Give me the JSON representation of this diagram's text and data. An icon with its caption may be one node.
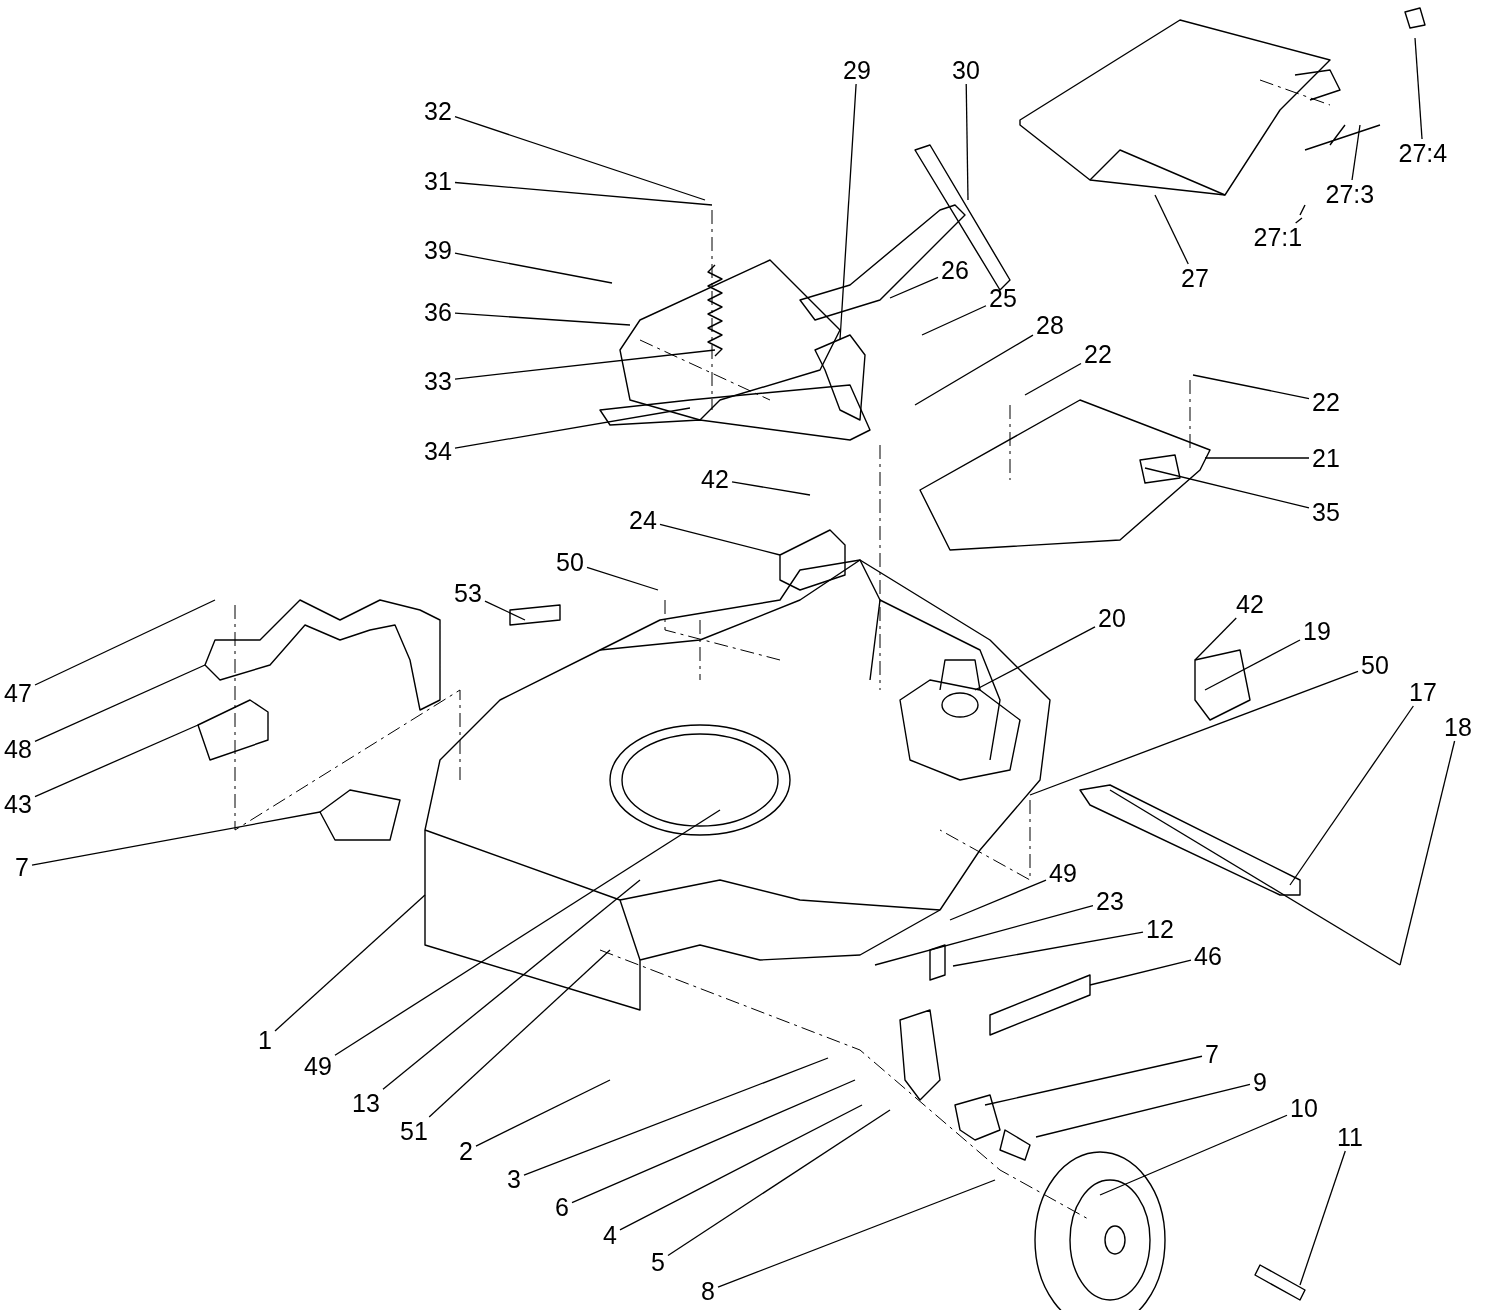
{
  "diagram": {
    "nodes": [
      {
        "text": [
          "32"
        ]
      },
      {
        "text": [
          "31"
        ]
      },
      {
        "text": [
          "39"
        ]
      },
      {
        "text": [
          "36"
        ]
      },
      {
        "text": [
          "33"
        ]
      },
      {
        "text": [
          "34"
        ]
      },
      {
        "text": [
          "29"
        ]
      },
      {
        "text": [
          "30"
        ]
      },
      {
        "text": [
          "27"
        ]
      },
      {
        "text": [
          "27:1"
        ]
      },
      {
        "text": [
          "27:3"
        ]
      },
      {
        "text": [
          "27:4"
        ]
      },
      {
        "text": [
          "26"
        ]
      },
      {
        "text": [
          "25"
        ]
      },
      {
        "text": [
          "28"
        ]
      },
      {
        "text": [
          "22"
        ]
      },
      {
        "text": [
          "22"
        ]
      },
      {
        "text": [
          "21"
        ]
      },
      {
        "text": [
          "35"
        ]
      },
      {
        "text": [
          "42"
        ]
      },
      {
        "text": [
          "24"
        ]
      },
      {
        "text": [
          "50"
        ]
      },
      {
        "text": [
          "53"
        ]
      },
      {
        "text": [
          "20"
        ]
      },
      {
        "text": [
          "42"
        ]
      },
      {
        "text": [
          "19"
        ]
      },
      {
        "text": [
          "50"
        ]
      },
      {
        "text": [
          "17"
        ]
      },
      {
        "text": [
          "18"
        ]
      },
      {
        "text": [
          "47"
        ]
      },
      {
        "text": [
          "48"
        ]
      },
      {
        "text": [
          "43"
        ]
      },
      {
        "text": [
          "7"
        ]
      },
      {
        "text": [
          "49"
        ]
      },
      {
        "text": [
          "23"
        ]
      },
      {
        "text": [
          "12"
        ]
      },
      {
        "text": [
          "46"
        ]
      },
      {
        "text": [
          "1"
        ]
      },
      {
        "text": [
          "49"
        ]
      },
      {
        "text": [
          "13"
        ]
      },
      {
        "text": [
          "51"
        ]
      },
      {
        "text": [
          "2"
        ]
      },
      {
        "text": [
          "3"
        ]
      },
      {
        "text": [
          "6"
        ]
      },
      {
        "text": [
          "4"
        ]
      },
      {
        "text": [
          "5"
        ]
      },
      {
        "text": [
          "7"
        ]
      },
      {
        "text": [
          "9"
        ]
      },
      {
        "text": [
          "10"
        ]
      },
      {
        "text": [
          "11"
        ]
      },
      {
        "text": [
          "8"
        ]
      }
    ],
    "edges": [
      {
        "from": 0,
        "to": null,
        "arrow": "none"
      },
      {
        "from": 1,
        "to": null,
        "arrow": "none"
      },
      {
        "from": 2,
        "to": null,
        "arrow": "none"
      },
      {
        "from": 3,
        "to": null,
        "arrow": "none"
      },
      {
        "from": 4,
        "to": null,
        "arrow": "none"
      },
      {
        "from": 5,
        "to": null,
        "arrow": "none"
      },
      {
        "from": 6,
        "to": null,
        "arrow": "none"
      },
      {
        "from": 7,
        "to": null,
        "arrow": "none"
      },
      {
        "from": 8,
        "to": null,
        "arrow": "none"
      },
      {
        "from": 9,
        "to": null,
        "arrow": "none"
      },
      {
        "from": 10,
        "to": null,
        "arrow": "none"
      },
      {
        "from": 11,
        "to": null,
        "arrow": "none"
      },
      {
        "from": 12,
        "to": null,
        "arrow": "none"
      },
      {
        "from": 13,
        "to": null,
        "arrow": "none"
      },
      {
        "from": 14,
        "to": null,
        "arrow": "none"
      },
      {
        "from": 15,
        "to": null,
        "arrow": "none"
      },
      {
        "from": 16,
        "to": null,
        "arrow": "none"
      },
      {
        "from": 17,
        "to": null,
        "arrow": "none"
      },
      {
        "from": 18,
        "to": null,
        "arrow": "none"
      },
      {
        "from": 19,
        "to": null,
        "arrow": "none"
      },
      {
        "from": 20,
        "to": null,
        "arrow": "none"
      },
      {
        "from": 21,
        "to": null,
        "arrow": "none"
      },
      {
        "from": 22,
        "to": null,
        "arrow": "none"
      },
      {
        "from": 23,
        "to": null,
        "arrow": "none"
      },
      {
        "from": 24,
        "to": null,
        "arrow": "none"
      },
      {
        "from": 25,
        "to": null,
        "arrow": "none"
      },
      {
        "from": 26,
        "to": null,
        "arrow": "none"
      },
      {
        "from": 27,
        "to": null,
        "arrow": "none"
      },
      {
        "from": 28,
        "to": null,
        "arrow": "none"
      },
      {
        "from": 29,
        "to": null,
        "arrow": "none"
      },
      {
        "from": 30,
        "to": null,
        "arrow": "none"
      },
      {
        "from": 31,
        "to": null,
        "arrow": "none"
      },
      {
        "from": 32,
        "to": null,
        "arrow": "none"
      },
      {
        "from": 33,
        "to": null,
        "arrow": "none"
      },
      {
        "from": 34,
        "to": null,
        "arrow": "none"
      },
      {
        "from": 35,
        "to": null,
        "arrow": "none"
      },
      {
        "from": 36,
        "to": null,
        "arrow": "none"
      },
      {
        "from": 37,
        "to": null,
        "arrow": "none"
      },
      {
        "from": 38,
        "to": null,
        "arrow": "none"
      },
      {
        "from": 39,
        "to": null,
        "arrow": "none"
      },
      {
        "from": 40,
        "to": null,
        "arrow": "none"
      },
      {
        "from": 41,
        "to": null,
        "arrow": "none"
      },
      {
        "from": 42,
        "to": null,
        "arrow": "none"
      },
      {
        "from": 43,
        "to": null,
        "arrow": "none"
      },
      {
        "from": 44,
        "to": null,
        "arrow": "none"
      },
      {
        "from": 45,
        "to": null,
        "arrow": "none"
      },
      {
        "from": 46,
        "to": null,
        "arrow": "none"
      },
      {
        "from": 47,
        "to": null,
        "arrow": "none"
      },
      {
        "from": 48,
        "to": null,
        "arrow": "none"
      },
      {
        "from": 49,
        "to": null,
        "arrow": "none"
      },
      {
        "from": 50,
        "to": null,
        "arrow": "none"
      }
    ]
  }
}
